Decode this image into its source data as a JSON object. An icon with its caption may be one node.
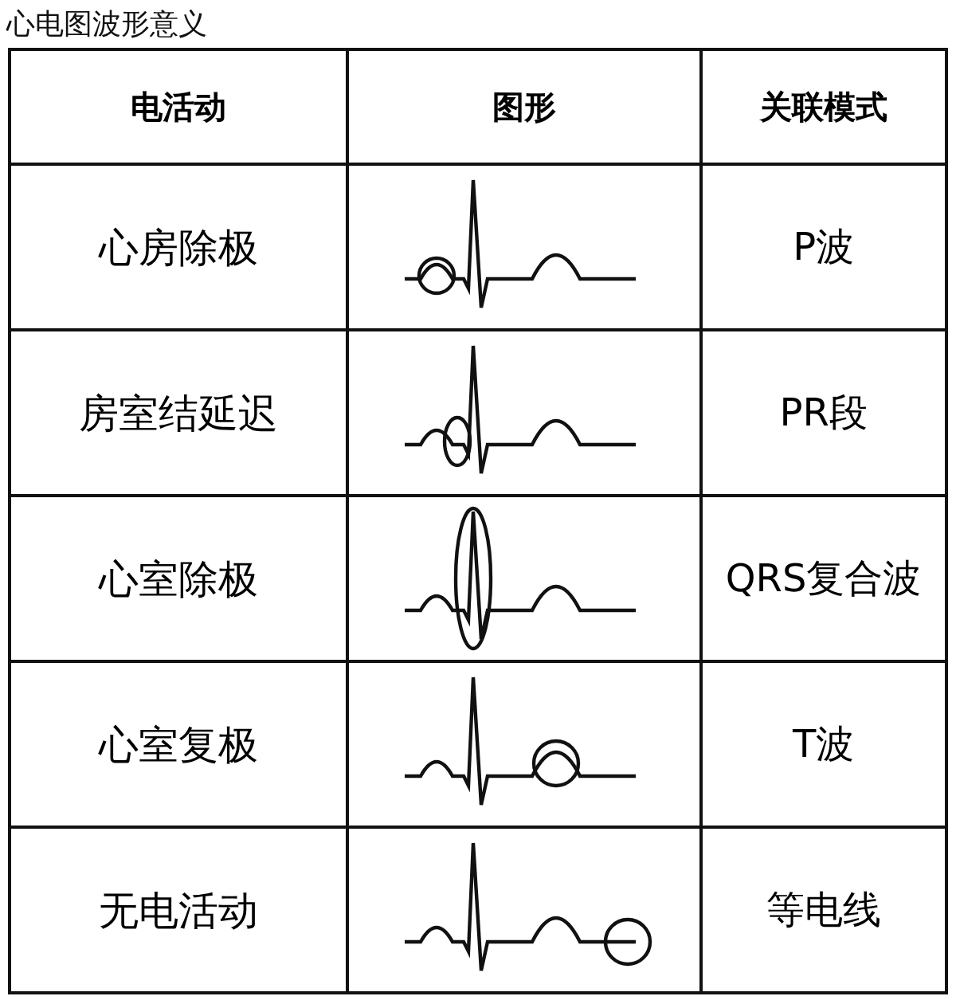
{
  "diagram": {
    "title": "心电图波形意义",
    "labels": [
      "电活动",
      "图形",
      "关联模式",
      "心房除极",
      "P波",
      "房室结延迟",
      "PR段",
      "心室除极",
      "QRS复合波",
      "心室复极",
      "T波",
      "无电活动",
      "等电线"
    ]
  }
}
